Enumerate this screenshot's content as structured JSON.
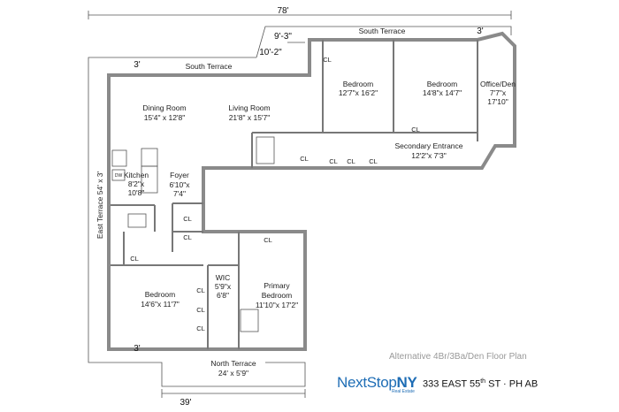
{
  "plan": {
    "overall_width": "78'",
    "bottom_width": "39'",
    "dim_9_3": "9'-3\"",
    "dim_10_2": "10'-2\"",
    "terraces": {
      "south_upper": {
        "name": "South Terrace",
        "depth": "3'"
      },
      "south_lower": {
        "name": "South Terrace",
        "depth": "3'"
      },
      "east": {
        "name": "East Terrace 54' x 3'"
      },
      "north": {
        "name": "North Terrace",
        "size": "24' x 5'9\"",
        "depth": "3'"
      }
    },
    "rooms": {
      "dining": {
        "name": "Dining Room",
        "size": "15'4\" x 12'8\""
      },
      "living": {
        "name": "Living Room",
        "size": "21'8\" x 15'7\""
      },
      "bedroom1": {
        "name": "Bedroom",
        "size": "12'7\"x 16'2\""
      },
      "bedroom2": {
        "name": "Bedroom",
        "size": "14'8\"x 14'7\""
      },
      "office": {
        "name": "Office/Den",
        "size1": "7'7\"x",
        "size2": "17'10\""
      },
      "secondary_entrance": {
        "name": "Secondary Entrance",
        "size": "12'2\"x 7'3\""
      },
      "kitchen": {
        "name": "Kitchen",
        "size1": "8'2\"x",
        "size2": "10'8\""
      },
      "foyer": {
        "name": "Foyer",
        "size1": "6'10\"x",
        "size2": "7'4\""
      },
      "wic": {
        "name": "WIC",
        "size1": "5'9\"x",
        "size2": "6'8\""
      },
      "primary": {
        "name1": "Primary",
        "name2": "Bedroom",
        "size": "11'10\"x 17'2\""
      },
      "bedroom3": {
        "name": "Bedroom",
        "size": "14'6\"x 11'7\""
      }
    },
    "closet_label": "CL",
    "dishwasher_label": "DW"
  },
  "footer": {
    "caption": "Alternative 4Br/3Ba/Den Floor Plan",
    "logo_main": "NextStop",
    "logo_bold": "NY",
    "logo_sub": "Real Estate",
    "address_pre": "333 EAST 55",
    "address_sup": "th",
    "address_post": " ST · PH AB"
  },
  "colors": {
    "wall": "#8a8a8a",
    "brand": "#1e6db5",
    "caption": "#999999"
  }
}
